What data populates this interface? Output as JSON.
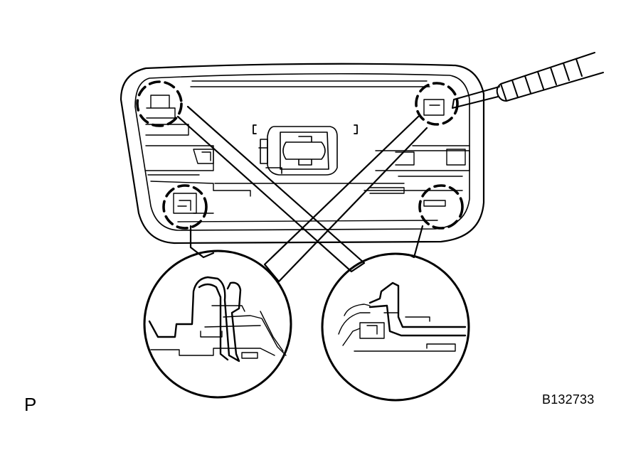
{
  "figure": {
    "view_label": "P",
    "illustration_code": "B132733"
  },
  "colors": {
    "line": "#000000",
    "background": "#ffffff"
  },
  "icons": {
    "tool": "screwdriver-icon",
    "callouts": "dashed-circle-callout"
  }
}
